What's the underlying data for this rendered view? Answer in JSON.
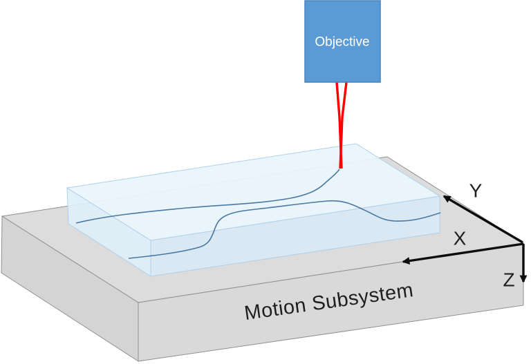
{
  "diagram": {
    "title_hint": "Femtosecond laser writing setup with motion stage",
    "objective": {
      "label": "Objective"
    },
    "platform": {
      "label": "Motion Subsystem"
    },
    "axes": {
      "x": "X",
      "y": "Y",
      "z": "Z"
    },
    "waveguides": {
      "count": 2,
      "shape": "s-bend directional coupler curves"
    }
  },
  "colors": {
    "background": "#ffffff",
    "objective_fill": "#5b9bd5",
    "objective_border": "#4a82bd",
    "objective_text": "#ffffff",
    "laser_red": "#fe0000",
    "waveguide_blue": "#41719c",
    "axis_black": "#0d0d0d",
    "label_text": "#1f1f1f",
    "platform_top": "#dcdcdc",
    "platform_left": "#d4d4d4",
    "platform_front": "#d9d9d9",
    "platform_edge": "#8f8f8f",
    "glass_top": "#e9f4fc",
    "glass_left": "#dfeef9",
    "glass_front": "#d9eaf8",
    "glass_edge": "#aed0ea"
  }
}
